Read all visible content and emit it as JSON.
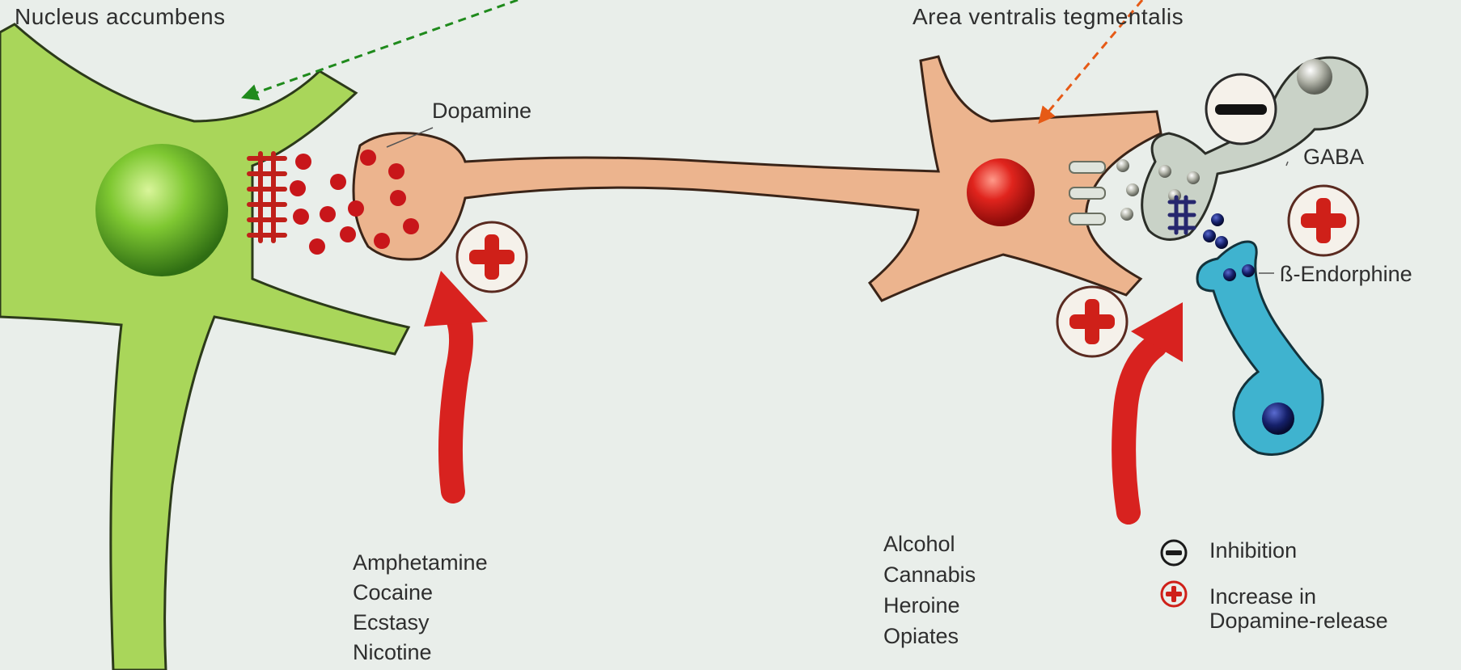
{
  "regions": {
    "left": "Nucleus accumbens",
    "right": "Area ventralis tegmentalis"
  },
  "labels": {
    "dopamine": "Dopamine",
    "gaba": "GABA",
    "endorphine": "ß-Endorphine"
  },
  "drug_groups": {
    "left": [
      "Amphetamine",
      "Cocaine",
      "Ecstasy",
      "Nicotine"
    ],
    "right": [
      "Alcohol",
      "Cannabis",
      "Heroine",
      "Opiates"
    ]
  },
  "legend": {
    "inhibition": "Inhibition",
    "increase_line1": "Increase in",
    "increase_line2": "Dopamine-release"
  },
  "colors": {
    "nucleus_neuron": "#a9d65a",
    "dopamine_neuron": "#ecb48e",
    "gaba_neuron": "#c9d2c7",
    "endorphin_neuron": "#3fb3cf",
    "red_signal": "#d8221f",
    "background": "#e9eeea"
  }
}
